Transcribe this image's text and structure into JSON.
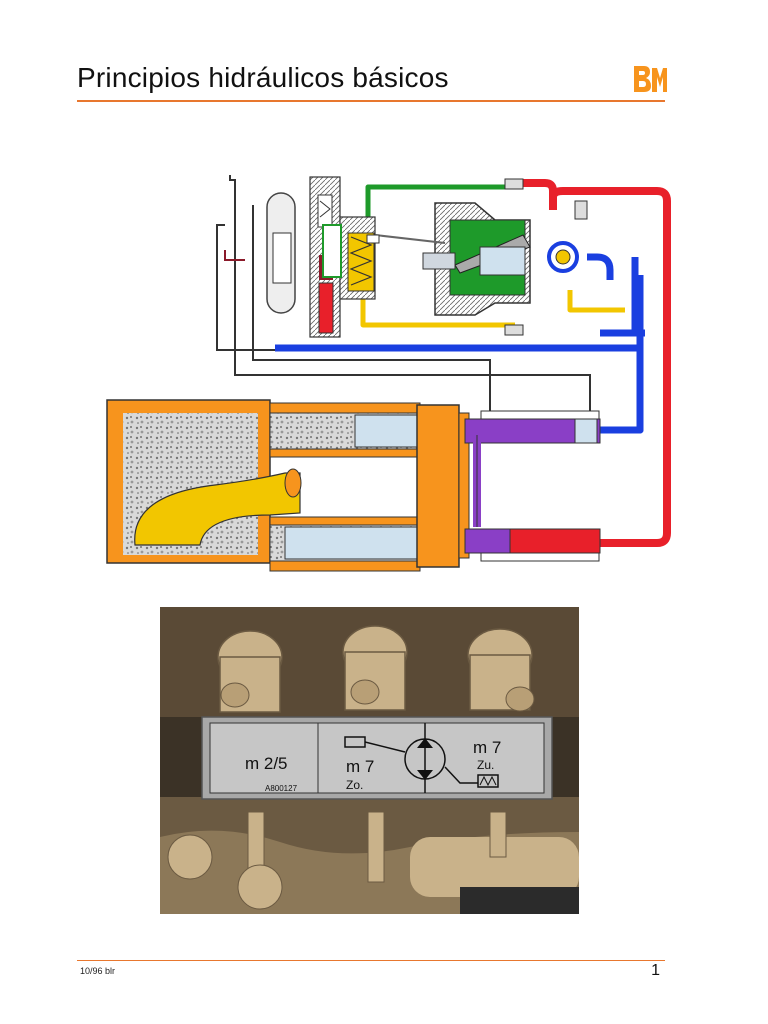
{
  "page": {
    "title": "Principios hidráulicos básicos",
    "logo_text": "BM",
    "footer_left": "10/96 blr",
    "page_number": "1"
  },
  "photo_plate": {
    "left_label": "m 2/5",
    "part_number": "A800127",
    "left_valve_label": "m 7",
    "left_valve_sub": "Zo.",
    "right_valve_label": "m 7",
    "right_valve_sub": "Zu."
  },
  "colors": {
    "accent": "#e8772e",
    "hydraulic_red": "#e8202a",
    "hydraulic_blue": "#1a3fe0",
    "hydraulic_green": "#1e9a2a",
    "hydraulic_yellow": "#f2c600",
    "frame_orange": "#f7941d",
    "cylinder_purple": "#8a3fc6",
    "photo_tan": "#c9b28a"
  }
}
